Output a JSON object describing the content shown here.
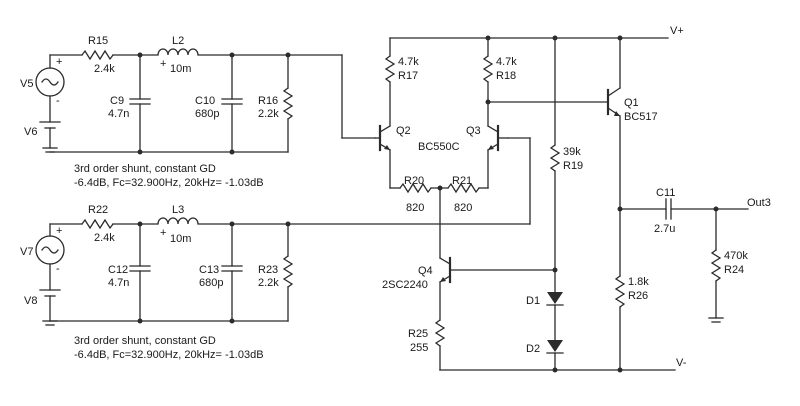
{
  "labels": {
    "r15": "R15",
    "r15v": "2.4k",
    "l2": "L2",
    "l2v": "10m",
    "v5": "V5",
    "v6": "V6",
    "c9": "C9",
    "c9v": "4.7n",
    "c10": "C10",
    "c10v": "680p",
    "r16": "R16",
    "r16v": "2.2k",
    "note1a": "3rd order shunt, constant GD",
    "note1b": "-6.4dB, Fc=32.900Hz, 20kHz= -1.03dB",
    "r22": "R22",
    "r22v": "2.4k",
    "l3": "L3",
    "l3v": "10m",
    "v7": "V7",
    "v8": "V8",
    "c12": "C12",
    "c12v": "4.7n",
    "c13": "C13",
    "c13v": "680p",
    "r23": "R23",
    "r23v": "2.2k",
    "note2a": "3rd order shunt, constant GD",
    "note2b": "-6.4dB, Fc=32.900Hz, 20kHz= -1.03dB",
    "r17v": "4.7k",
    "r17": "R17",
    "r18v": "4.7k",
    "r18": "R18",
    "q2": "Q2",
    "q3": "Q3",
    "bc550c": "BC550C",
    "r20": "R20",
    "r20v": "820",
    "r21": "R21",
    "r21v": "820",
    "q4": "Q4",
    "q4v": "2SC2240",
    "r25": "R25",
    "r25v": "255",
    "r19v": "39k",
    "r19": "R19",
    "d1": "D1",
    "d2": "D2",
    "q1": "Q1",
    "q1v": "BC517",
    "c11": "C11",
    "c11v": "2.7u",
    "r26v": "1.8k",
    "r26": "R26",
    "r24v": "470k",
    "r24": "R24",
    "vplus": "V+",
    "vminus": "V-",
    "out3": "Out3",
    "plus": "+",
    "minus": "-"
  }
}
